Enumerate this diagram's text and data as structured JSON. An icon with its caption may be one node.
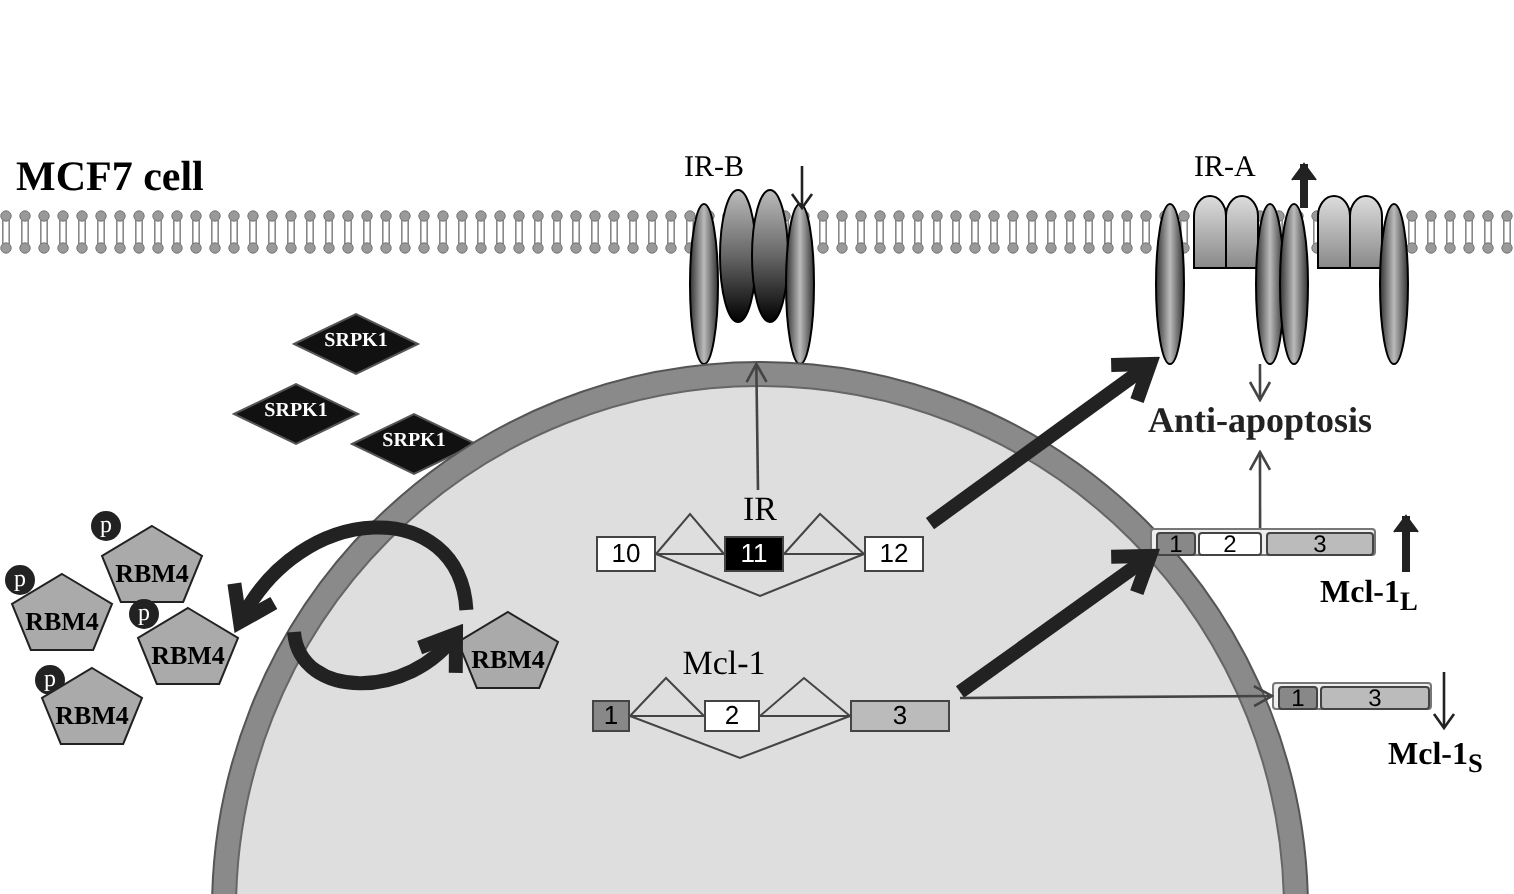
{
  "diagram": {
    "nodes": [
      {
        "text": [
          "IR-B"
        ]
      },
      {
        "text": [
          "IR-A"
        ]
      },
      {
        "text": [
          "Anti-apoptosis"
        ]
      },
      {
        "text": [
          "SRPK1"
        ]
      },
      {
        "text": [
          "SRPK1"
        ]
      },
      {
        "text": [
          "SRPK1"
        ]
      },
      {
        "text": [
          "p"
        ]
      },
      {
        "text": [
          "RBM4"
        ]
      },
      {
        "text": [
          "p"
        ]
      },
      {
        "text": [
          "RBM4"
        ]
      },
      {
        "text": [
          "p"
        ]
      },
      {
        "text": [
          "RBM4"
        ]
      },
      {
        "text": [
          "p"
        ]
      },
      {
        "text": [
          "RBM4"
        ]
      },
      {
        "text": [],
        "shape": "circle"
      },
      {
        "text": [
          "IR"
        ],
        "in": 14
      },
      {
        "text": [
          "10"
        ],
        "in": 15
      },
      {
        "text": [
          "11"
        ],
        "in": 15
      },
      {
        "text": [
          "12"
        ],
        "in": 15
      },
      {
        "text": [
          "RBM4"
        ],
        "in": 14
      },
      {
        "text": [
          "Mcl-1"
        ],
        "in": 14
      },
      {
        "text": [
          "1"
        ],
        "in": 20
      },
      {
        "text": [
          "2"
        ],
        "in": 20
      },
      {
        "text": [
          "3"
        ],
        "in": 20
      },
      {
        "text": [],
        "shape": "bar",
        "beside": [
          "Mcl-1$_{L}$"
        ]
      },
      {
        "text": [
          "1"
        ],
        "in": 24
      },
      {
        "text": [
          "2"
        ],
        "in": 24
      },
      {
        "text": [
          "3"
        ],
        "in": 24
      },
      {
        "text": [],
        "shape": "bar",
        "beside": [
          "Mcl-1$_{S}$"
        ]
      },
      {
        "text": [
          "1"
        ],
        "in": 28
      },
      {
        "text": [
          "3"
        ],
        "in": 28
      }
    ],
    "edges": [
      {
        "from": 15,
        "to": 0,
        "arrow": "to"
      },
      {
        "from": 15,
        "to": 1,
        "arrow": "to",
        "style": "thick"
      },
      {
        "from": 20,
        "to": 24,
        "arrow": "to",
        "style": "thick"
      },
      {
        "from": 20,
        "to": 28,
        "arrow": "to"
      },
      {
        "from": 1,
        "to": 2,
        "arrow": "to"
      },
      {
        "from": 24,
        "to": 2,
        "arrow": "to"
      },
      {
        "from": 19,
        "to": 11,
        "arrow": "to",
        "style": "thick"
      },
      {
        "from": null,
        "to": 19,
        "arrow": "to",
        "style": "thick"
      },
      {
        "from": 16,
        "to": 17,
        "arrow": "none"
      },
      {
        "from": 16,
        "to": 17,
        "arrow": "none"
      },
      {
        "from": 17,
        "to": 18,
        "arrow": "none"
      },
      {
        "from": 17,
        "to": 18,
        "arrow": "none"
      },
      {
        "from": 16,
        "to": 18,
        "arrow": "none"
      },
      {
        "from": 21,
        "to": 22,
        "arrow": "none"
      },
      {
        "from": 21,
        "to": 22,
        "arrow": "none"
      },
      {
        "from": 22,
        "to": 23,
        "arrow": "none"
      },
      {
        "from": 22,
        "to": 23,
        "arrow": "none"
      },
      {
        "from": 21,
        "to": 23,
        "arrow": "none"
      }
    ],
    "labels": [
      "MCF7 cell"
    ]
  }
}
